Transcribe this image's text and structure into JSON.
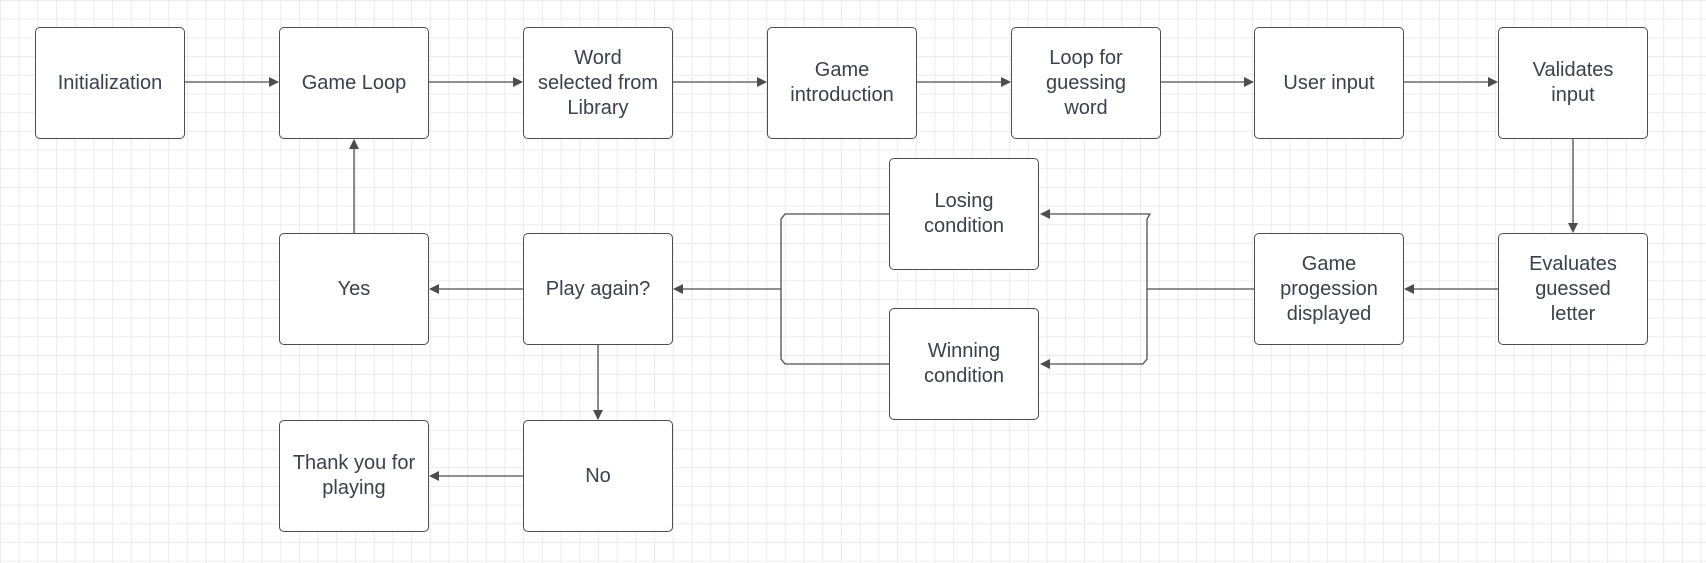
{
  "nodes": {
    "initialization": "Initialization",
    "game_loop": "Game Loop",
    "word_selected": "Word\nselected from\nLibrary",
    "game_introduction": "Game\nintroduction",
    "loop_guessing": "Loop for\nguessing\nword",
    "user_input": "User input",
    "validates_input": "Validates\ninput",
    "evaluates_letter": "Evaluates\nguessed\nletter",
    "game_progression": "Game\nprogession\ndisplayed",
    "losing_condition": "Losing\ncondition",
    "winning_condition": "Winning\ncondition",
    "play_again": "Play again?",
    "yes": "Yes",
    "no": "No",
    "thank_you": "Thank you for\nplaying"
  },
  "colors": {
    "stroke": "#4d4d4d",
    "text": "#3a414a",
    "grid": "#ebebeb"
  }
}
